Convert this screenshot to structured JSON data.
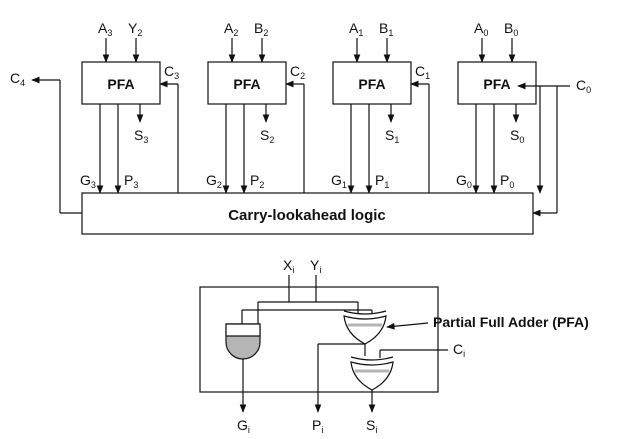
{
  "colors": {
    "ink": "#111111",
    "gate_fill": "#ffffff",
    "gate_shade": "#b5b5b5"
  },
  "top": {
    "block_label": "PFA",
    "cla_label": "Carry-lookahead logic",
    "carry_in": {
      "base": "C",
      "sub": "0"
    },
    "carry_out": {
      "base": "C",
      "sub": "4"
    },
    "stages": [
      {
        "in_a": {
          "base": "A",
          "sub": "3"
        },
        "in_b": {
          "base": "Y",
          "sub": "2"
        },
        "carry": {
          "base": "C",
          "sub": "3"
        },
        "sum": {
          "base": "S",
          "sub": "3"
        },
        "gen": {
          "base": "G",
          "sub": "3"
        },
        "prop": {
          "base": "P",
          "sub": "3"
        }
      },
      {
        "in_a": {
          "base": "A",
          "sub": "2"
        },
        "in_b": {
          "base": "B",
          "sub": "2"
        },
        "carry": {
          "base": "C",
          "sub": "2"
        },
        "sum": {
          "base": "S",
          "sub": "2"
        },
        "gen": {
          "base": "G",
          "sub": "2"
        },
        "prop": {
          "base": "P",
          "sub": "2"
        }
      },
      {
        "in_a": {
          "base": "A",
          "sub": "1"
        },
        "in_b": {
          "base": "B",
          "sub": "1"
        },
        "carry": {
          "base": "C",
          "sub": "1"
        },
        "sum": {
          "base": "S",
          "sub": "1"
        },
        "gen": {
          "base": "G",
          "sub": "1"
        },
        "prop": {
          "base": "P",
          "sub": "1"
        }
      },
      {
        "in_a": {
          "base": "A",
          "sub": "0"
        },
        "in_b": {
          "base": "B",
          "sub": "0"
        },
        "carry": {
          "base": "C",
          "sub": "0"
        },
        "sum": {
          "base": "S",
          "sub": "0"
        },
        "gen": {
          "base": "G",
          "sub": "0"
        },
        "prop": {
          "base": "P",
          "sub": "0"
        }
      }
    ]
  },
  "detail": {
    "caption": "Partial Full Adder (PFA)",
    "in_x": {
      "base": "X",
      "sub": "i"
    },
    "in_y": {
      "base": "Y",
      "sub": "i"
    },
    "in_c": {
      "base": "C",
      "sub": "i"
    },
    "out_g": {
      "base": "G",
      "sub": "i"
    },
    "out_p": {
      "base": "P",
      "sub": "i"
    },
    "out_s": {
      "base": "S",
      "sub": "i"
    }
  }
}
